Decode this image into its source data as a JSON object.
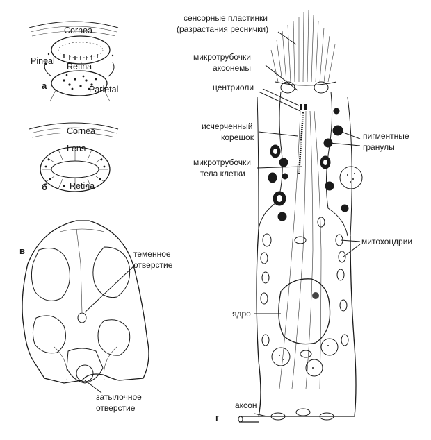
{
  "panels": {
    "a": {
      "letter": "а",
      "labels": {
        "cornea": "Cornea",
        "pineal": "Pineal",
        "retina": "Retina",
        "parietal": "Parietal"
      }
    },
    "b": {
      "letter": "б",
      "labels": {
        "cornea": "Cornea",
        "lens": "Lens",
        "retina": "Retina"
      }
    },
    "v": {
      "letter": "в",
      "labels": {
        "parietal_foramen_1": "теменное",
        "parietal_foramen_2": "отверстие",
        "occipital_foramen_1": "затылочное",
        "occipital_foramen_2": "отверстие"
      }
    },
    "g": {
      "letter": "г",
      "labels": {
        "sensory_plates_1": "сенсорные пластинки",
        "sensory_plates_2": "(разрастания реснички)",
        "axoneme_mt_1": "микротрубочки",
        "axoneme_mt_2": "аксонемы",
        "centrioles": "центриоли",
        "rootlet_1": "исчерченный",
        "rootlet_2": "корешок",
        "cell_mt_1": "микротрубочки",
        "cell_mt_2": "тела клетки",
        "pigment_1": "пигментные",
        "pigment_2": "гранулы",
        "mitochondria": "митохондрии",
        "nucleus": "ядро",
        "axon": "аксон"
      }
    }
  }
}
